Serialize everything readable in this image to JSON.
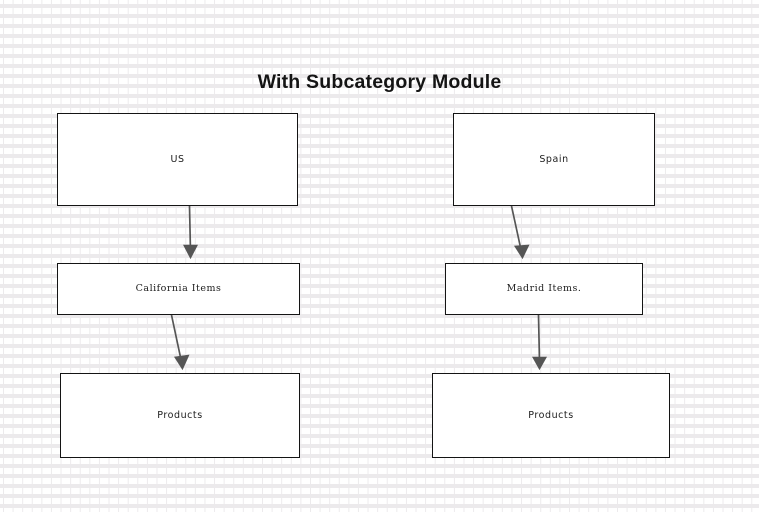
{
  "diagram": {
    "title": "With Subcategory Module",
    "background": "#ffffff",
    "grid_dot_color": "#eceaec",
    "box_border_color": "#141414",
    "arrow_color": "#555555",
    "text_color": "#1c1c1c",
    "title_color": "#141414",
    "columns": [
      {
        "name": "us-column",
        "nodes": [
          {
            "id": "us",
            "label": "US"
          },
          {
            "id": "california",
            "label": "California Items"
          },
          {
            "id": "products-left",
            "label": "Products"
          }
        ],
        "edges": [
          {
            "from": "us",
            "to": "california",
            "style": "arrow"
          },
          {
            "from": "california",
            "to": "products-left",
            "style": "arrow"
          }
        ]
      },
      {
        "name": "spain-column",
        "nodes": [
          {
            "id": "spain",
            "label": "Spain"
          },
          {
            "id": "madrid",
            "label": "Madrid Items."
          },
          {
            "id": "products-right",
            "label": "Products"
          }
        ],
        "edges": [
          {
            "from": "spain",
            "to": "madrid",
            "style": "arrow"
          },
          {
            "from": "madrid",
            "to": "products-right",
            "style": "arrow"
          }
        ]
      }
    ]
  }
}
